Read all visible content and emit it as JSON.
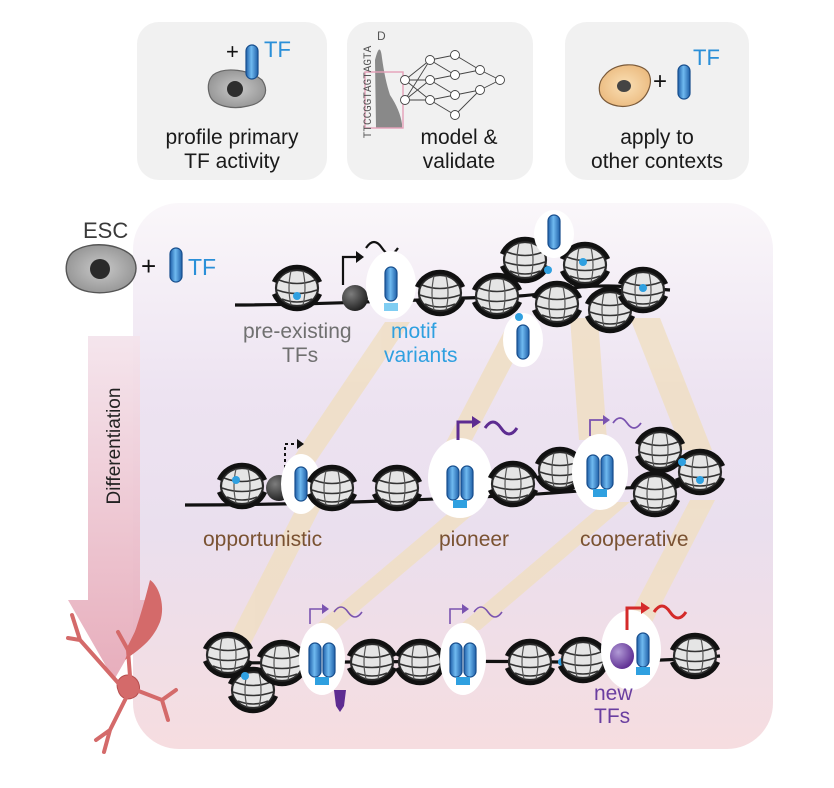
{
  "cards": {
    "profile": {
      "tf_symbol": "TF",
      "plus": "+",
      "line1": "profile primary",
      "line2": "TF activity"
    },
    "model": {
      "line1": "model &",
      "line2": "validate",
      "sequence_top": "TTCCGGTAGTAGTA",
      "sequence_letter": "D"
    },
    "apply": {
      "tf_symbol": "TF",
      "plus": "+",
      "line1": "apply to",
      "line2": "other contexts"
    }
  },
  "start": {
    "cell_label": "ESC",
    "plus": "+",
    "tf_symbol": "TF"
  },
  "side": {
    "differentiation": "Differentiation"
  },
  "labels": {
    "pre_existing_1": "pre-existing",
    "pre_existing_2": "TFs",
    "motif_1": "motif",
    "motif_2": "variants",
    "opportunistic": "opportunistic",
    "pioneer": "pioneer",
    "cooperative": "cooperative",
    "new_tfs_1": "new",
    "new_tfs_2": "TFs"
  },
  "colors": {
    "tf_blue": "#2a8fd8",
    "motif_blue": "#2fa0e0",
    "pioneer_purple": "#5d2c91",
    "new_tf_red": "#d42a2a",
    "opportunistic_brown": "#7a5232",
    "cell_pink": "#d46a6a"
  }
}
